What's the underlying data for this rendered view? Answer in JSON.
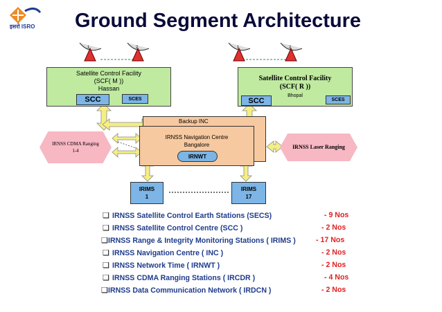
{
  "title": "Ground Segment Architecture",
  "logo_text": "इसरो ISRO",
  "facility_hassan": {
    "line1": "Satellite Control Facility",
    "line2": "(SCF( M ))",
    "line3": "Hassan",
    "scc": "SCC",
    "sces": "SCES"
  },
  "facility_bhopal": {
    "line1": "Satellite Control Facility",
    "line2": "(SCF( R ))",
    "line3": "Bhopal",
    "scc": "SCC",
    "sces": "SCES"
  },
  "backup_inc": "Backup INC",
  "inc": {
    "line1": "IRNSS Navigation Centre",
    "line2": "Bangalore",
    "irnwt": "IRNWT"
  },
  "cdma": {
    "line1": "IRNSS CDMA Ranging",
    "line2": "1-4"
  },
  "laser": "IRNSS Laser Ranging",
  "irims_1": {
    "line1": "IRIMS",
    "line2": "1"
  },
  "irims_17": {
    "line1": "IRIMS",
    "line2": "17"
  },
  "antenna_labels": [
    "1",
    "2",
    "1",
    "2"
  ],
  "list": [
    {
      "text": "IRNSS Satellite Control Earth Stations (SECS)",
      "value": "- 9 Nos"
    },
    {
      "text": "IRNSS Satellite Control Centre (SCC )",
      "value": "- 2 Nos"
    },
    {
      "text": "IRNSS Range & Integrity Monitoring Stations ( IRIMS )",
      "value": "- 17 Nos"
    },
    {
      "text": "IRNSS Navigation Centre ( INC )",
      "value": "- 2 Nos"
    },
    {
      "text": "IRNSS Network Time ( IRNWT )",
      "value": "- 2 Nos"
    },
    {
      "text": "IRNSS CDMA Ranging Stations ( IRCDR )",
      "value": "- 4 Nos"
    },
    {
      "text": "IRNSS Data Communication Network ( IRDCN )",
      "value": "- 2 Nos"
    }
  ],
  "colors": {
    "facility_fill": "#bfeaa0",
    "box_blue": "#7cb5e6",
    "arrow_yellow": "#f5ee84",
    "value_red": "#e02020",
    "list_blue": "#1f3c8c"
  }
}
